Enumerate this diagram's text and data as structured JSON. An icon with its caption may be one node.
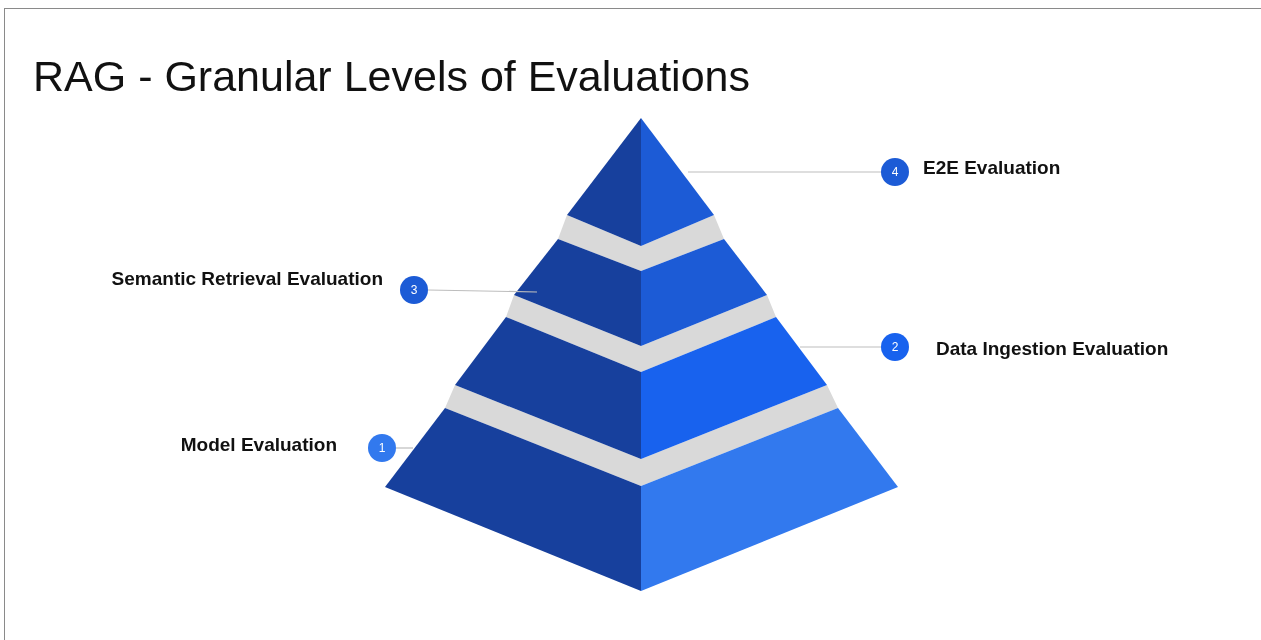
{
  "diagram": {
    "title": "RAG - Granular Levels of Evaluations",
    "nodes": [
      {
        "text": [],
        "shape": "triangle"
      },
      {
        "text": [],
        "shape": "trapezoid"
      },
      {
        "text": [],
        "shape": "trapezoid"
      },
      {
        "text": [],
        "shape": "trapezoid"
      },
      {
        "text": [
          "4"
        ],
        "beside": [
          "E2E Evaluation"
        ]
      },
      {
        "text": [
          "3"
        ],
        "beside": [
          "Semantic Retrieval Evaluation"
        ]
      },
      {
        "text": [
          "2"
        ],
        "beside": [
          "Data Ingestion Evaluation"
        ]
      },
      {
        "text": [
          "1"
        ],
        "beside": [
          "Model Evaluation"
        ]
      }
    ],
    "edges": [
      {
        "from": 4,
        "to": 0,
        "arrow": "none"
      },
      {
        "from": 5,
        "to": 1,
        "arrow": "none"
      },
      {
        "from": 6,
        "to": 2,
        "arrow": "none"
      },
      {
        "from": 7,
        "to": 3,
        "arrow": "none"
      }
    ]
  }
}
